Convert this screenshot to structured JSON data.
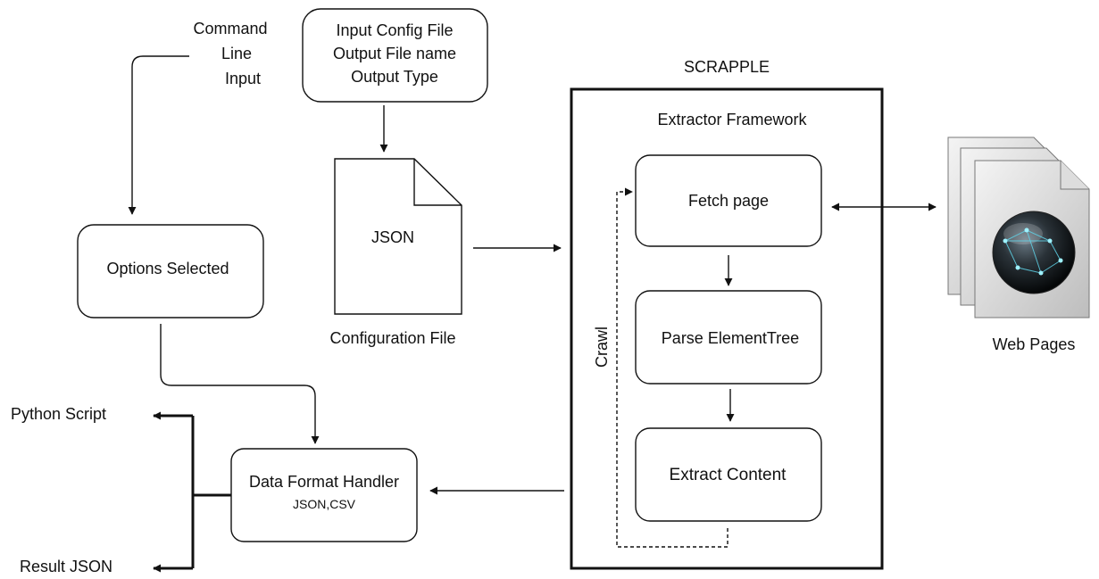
{
  "diagram": {
    "command_line": [
      "Command",
      "Line",
      "Input"
    ],
    "input_config": [
      "Input Config File",
      "Output File name",
      "Output Type"
    ],
    "json_doc": "JSON",
    "configuration_file": "Configuration File",
    "options_selected": "Options Selected",
    "scrapple": "SCRAPPLE",
    "extractor_framework": "Extractor Framework",
    "fetch_page": "Fetch page",
    "parse_elementtree": "Parse ElementTree",
    "extract_content": "Extract Content",
    "crawl": "Crawl",
    "web_pages": "Web Pages",
    "data_format_handler": "Data Format Handler",
    "data_formats": "JSON,CSV",
    "python_script": "Python Script",
    "result_json": "Result JSON"
  }
}
